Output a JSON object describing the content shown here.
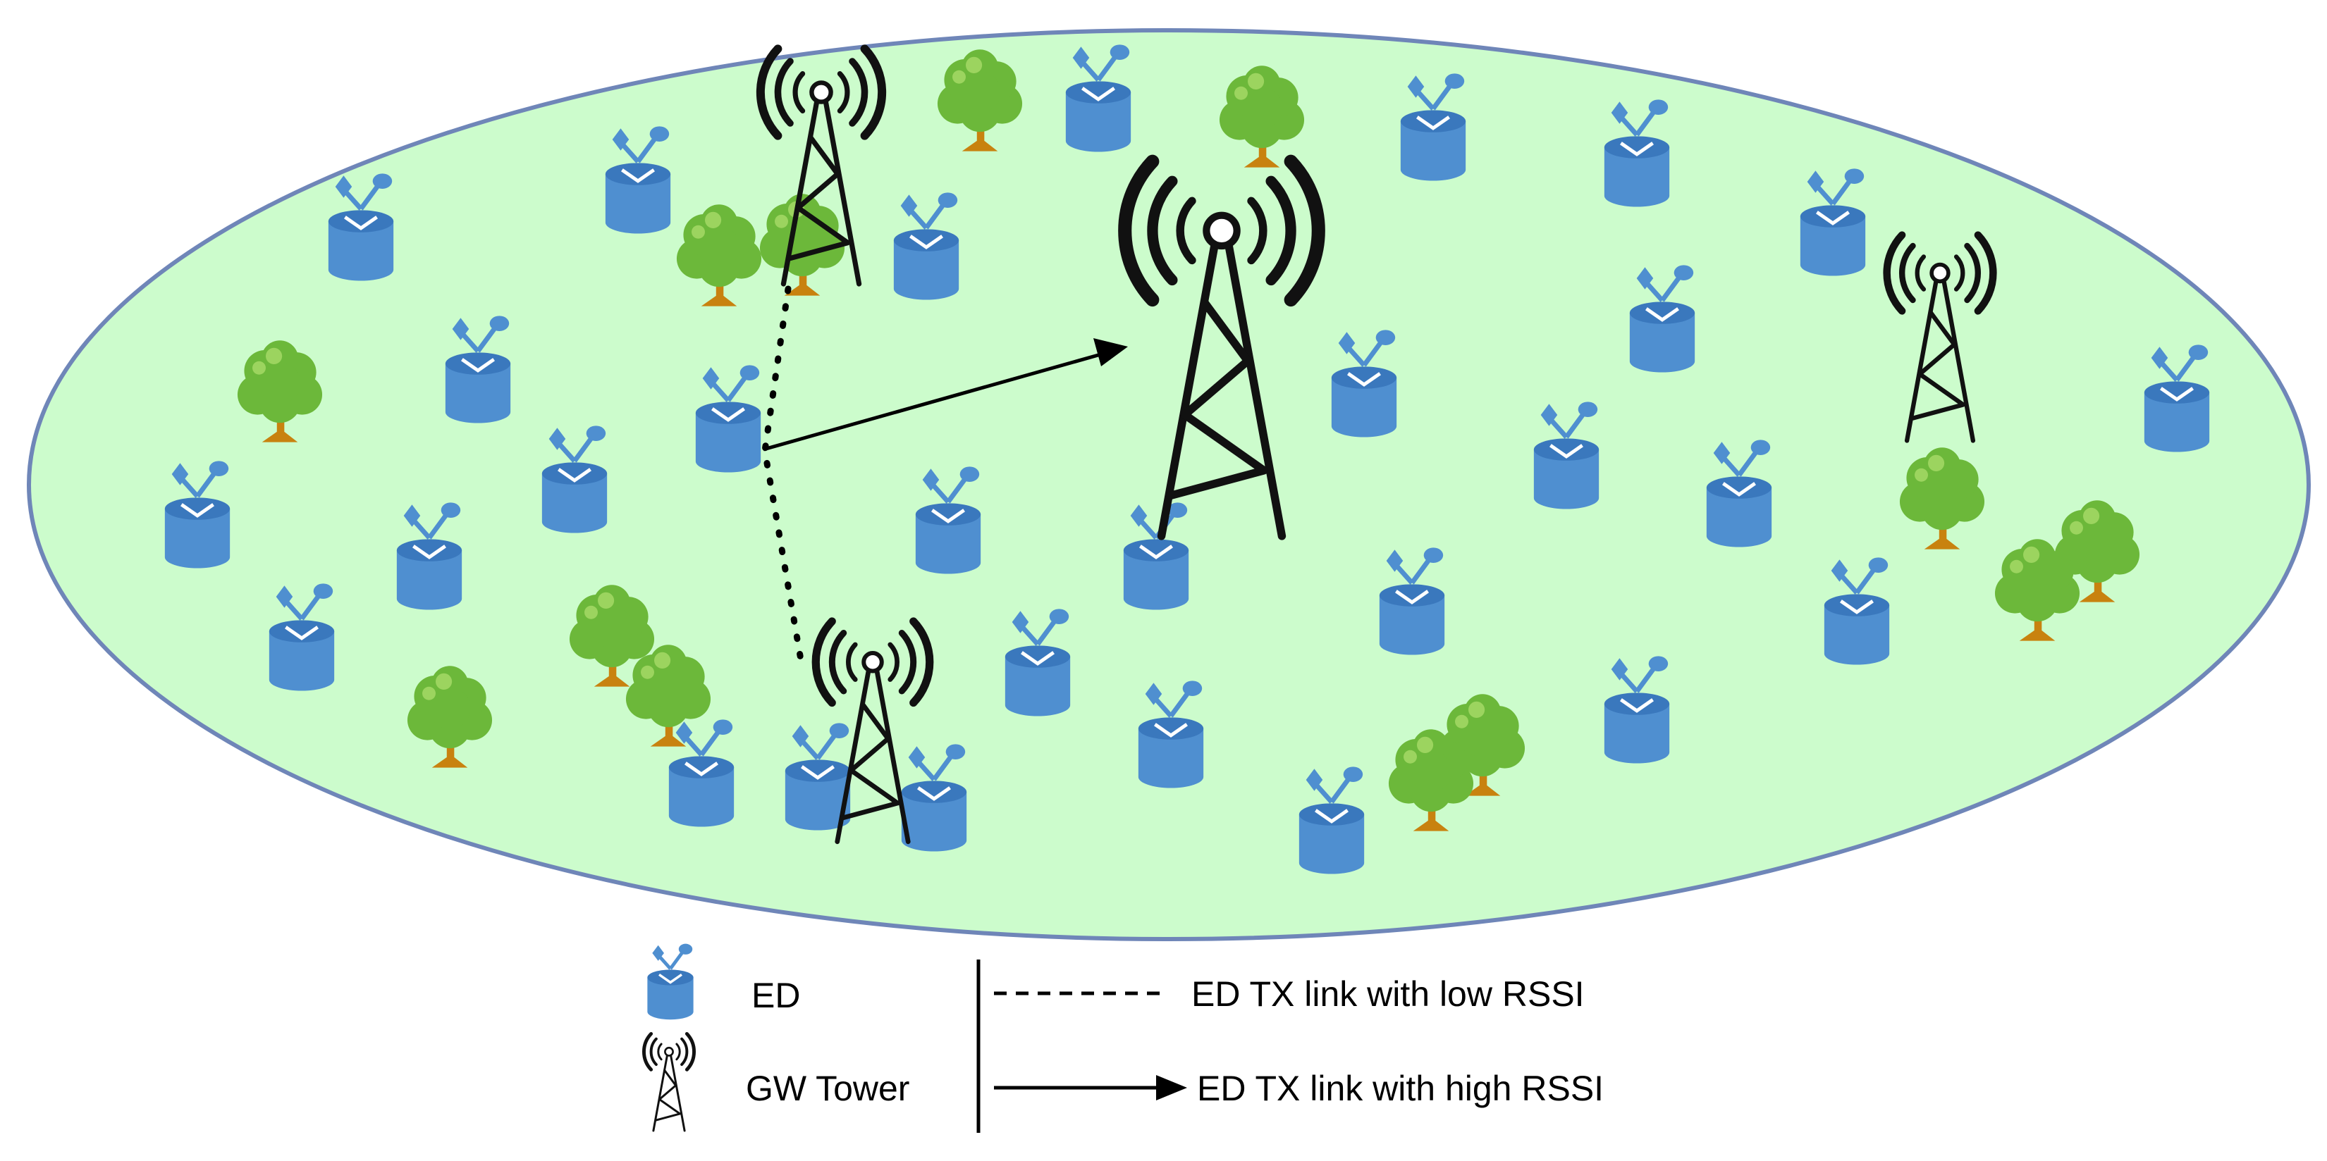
{
  "colors": {
    "field_fill": "#ccfccc",
    "field_stroke": "#6f86b8",
    "ed_body": "#4f8fd0",
    "ed_top": "#3a78bd",
    "ed_antenna": "#4f8fd0",
    "tree_canopy": "#6cb83a",
    "tree_canopy_light": "#9cd45f",
    "tree_trunk": "#c8820f",
    "tower": "#111111",
    "link": "#000000"
  },
  "icons": {
    "end_device": "end-device-icon",
    "gateway_tower": "gateway-tower-icon",
    "tree": "tree-icon"
  },
  "legend": {
    "ed_label": "ED",
    "gw_label": "GW Tower",
    "low_rssi_label": "ED TX link with low RSSI",
    "high_rssi_label": "ED TX link with high RSSI"
  }
}
